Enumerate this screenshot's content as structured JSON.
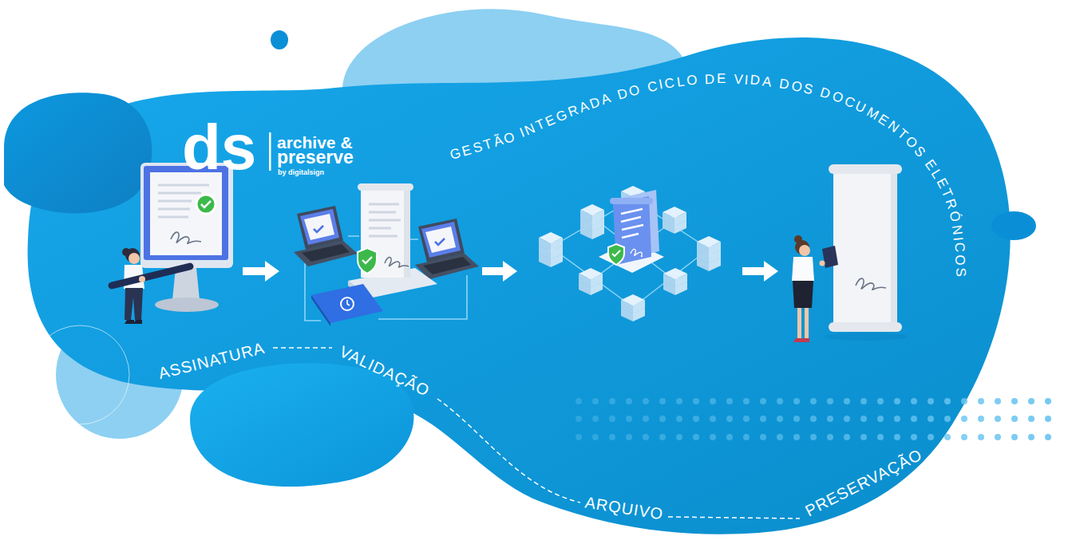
{
  "diagram": {
    "title": "GESTÃO INTEGRADA DO CICLO DE VIDA DOS DOCUMENTOS ELETRÓNICOS",
    "nodes": [
      {
        "text": [
          "ASSINATURA"
        ]
      },
      {
        "text": [
          "VALIDAÇÃO"
        ]
      },
      {
        "text": [
          "ARQUIVO"
        ]
      },
      {
        "text": [
          "PRESERVAÇÃO"
        ]
      }
    ],
    "edges": [
      {
        "from": 0,
        "to": 1,
        "arrow": "to"
      },
      {
        "from": 1,
        "to": 2,
        "arrow": "to"
      },
      {
        "from": 2,
        "to": 3,
        "arrow": "to"
      }
    ],
    "labels": [
      "ds",
      "archive &",
      "preserve",
      "by digitalsign"
    ]
  }
}
